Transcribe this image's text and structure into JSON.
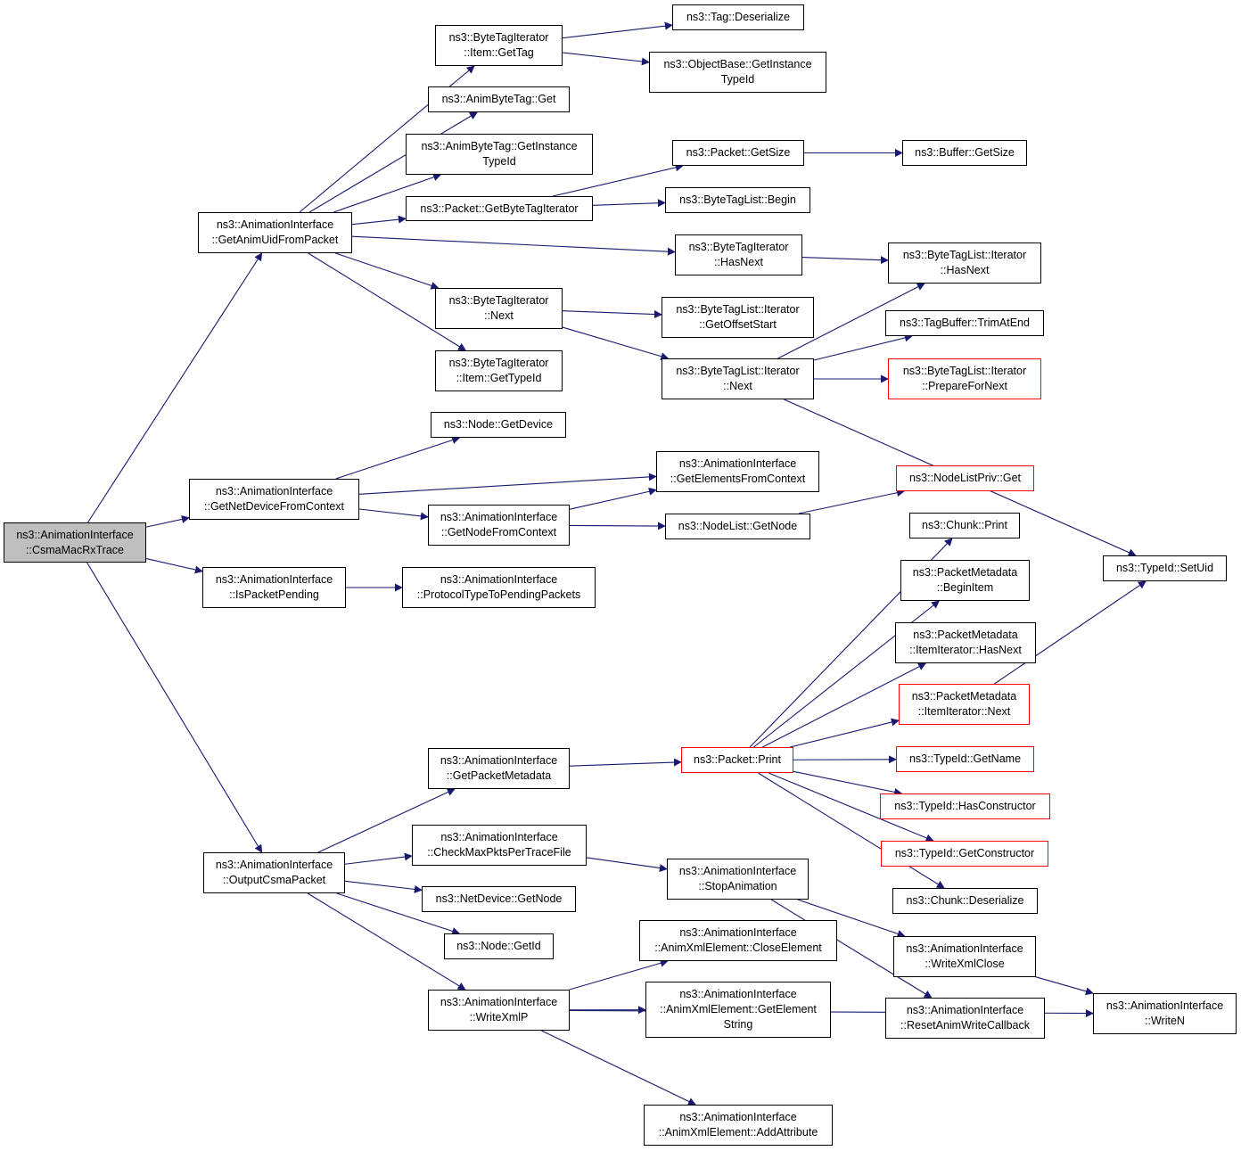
{
  "colors": {
    "edge": "#191970",
    "node_border": "#000000",
    "node_border_incomplete": "#ff0000",
    "root_fill": "#bfbfbf"
  },
  "nodes": {
    "n0": {
      "l1": "ns3::AnimationInterface",
      "l2": "::CsmaMacRxTrace"
    },
    "n1": {
      "l1": "ns3::AnimationInterface",
      "l2": "::GetAnimUidFromPacket"
    },
    "n2": {
      "l1": "ns3::AnimationInterface",
      "l2": "::GetNetDeviceFromContext"
    },
    "n3": {
      "l1": "ns3::AnimationInterface",
      "l2": "::IsPacketPending"
    },
    "n4": {
      "l1": "ns3::AnimationInterface",
      "l2": "::OutputCsmaPacket"
    },
    "n5": {
      "l1": "ns3::ByteTagIterator",
      "l2": "::Item::GetTag"
    },
    "n6": {
      "l1": "ns3::AnimByteTag::Get"
    },
    "n7": {
      "l1": "ns3::AnimByteTag::GetInstance",
      "l2": "TypeId"
    },
    "n8": {
      "l1": "ns3::Packet::GetByteTagIterator"
    },
    "n9": {
      "l1": "ns3::ByteTagIterator",
      "l2": "::Next"
    },
    "n10": {
      "l1": "ns3::ByteTagIterator",
      "l2": "::Item::GetTypeId"
    },
    "n11": {
      "l1": "ns3::Tag::Deserialize"
    },
    "n12": {
      "l1": "ns3::ObjectBase::GetInstance",
      "l2": "TypeId"
    },
    "n13": {
      "l1": "ns3::Packet::GetSize"
    },
    "n14": {
      "l1": "ns3::ByteTagList::Begin"
    },
    "n15": {
      "l1": "ns3::ByteTagIterator",
      "l2": "::HasNext"
    },
    "n16": {
      "l1": "ns3::ByteTagList::Iterator",
      "l2": "::GetOffsetStart"
    },
    "n17": {
      "l1": "ns3::ByteTagList::Iterator",
      "l2": "::Next"
    },
    "n18": {
      "l1": "ns3::Buffer::GetSize"
    },
    "n19": {
      "l1": "ns3::ByteTagList::Iterator",
      "l2": "::HasNext"
    },
    "n20": {
      "l1": "ns3::TagBuffer::TrimAtEnd"
    },
    "n21": {
      "l1": "ns3::ByteTagList::Iterator",
      "l2": "::PrepareForNext"
    },
    "n22": {
      "l1": "ns3::TypeId::SetUid"
    },
    "n23": {
      "l1": "ns3::Node::GetDevice"
    },
    "n24": {
      "l1": "ns3::AnimationInterface",
      "l2": "::GetElementsFromContext"
    },
    "n25": {
      "l1": "ns3::AnimationInterface",
      "l2": "::GetNodeFromContext"
    },
    "n26": {
      "l1": "ns3::NodeList::GetNode"
    },
    "n27": {
      "l1": "ns3::NodeListPriv::Get"
    },
    "n28": {
      "l1": "ns3::AnimationInterface",
      "l2": "::ProtocolTypeToPendingPackets"
    },
    "n29": {
      "l1": "ns3::Chunk::Print"
    },
    "n30": {
      "l1": "ns3::PacketMetadata",
      "l2": "::BeginItem"
    },
    "n31": {
      "l1": "ns3::PacketMetadata",
      "l2": "::ItemIterator::HasNext"
    },
    "n32": {
      "l1": "ns3::PacketMetadata",
      "l2": "::ItemIterator::Next"
    },
    "n33": {
      "l1": "ns3::Packet::Print"
    },
    "n34": {
      "l1": "ns3::TypeId::GetName"
    },
    "n35": {
      "l1": "ns3::TypeId::HasConstructor"
    },
    "n36": {
      "l1": "ns3::TypeId::GetConstructor"
    },
    "n37": {
      "l1": "ns3::Chunk::Deserialize"
    },
    "n38": {
      "l1": "ns3::AnimationInterface",
      "l2": "::GetPacketMetadata"
    },
    "n39": {
      "l1": "ns3::AnimationInterface",
      "l2": "::CheckMaxPktsPerTraceFile"
    },
    "n40": {
      "l1": "ns3::AnimationInterface",
      "l2": "::StopAnimation"
    },
    "n41": {
      "l1": "ns3::NetDevice::GetNode"
    },
    "n42": {
      "l1": "ns3::Node::GetId"
    },
    "n43": {
      "l1": "ns3::AnimationInterface",
      "l2": "::WriteXmlClose"
    },
    "n44": {
      "l1": "ns3::AnimationInterface",
      "l2": "::AnimXmlElement::CloseElement"
    },
    "n45": {
      "l1": "ns3::AnimationInterface",
      "l2": "::WriteXmlP"
    },
    "n46": {
      "l1": "ns3::AnimationInterface",
      "l2": "::AnimXmlElement::GetElement",
      "l3": "String"
    },
    "n47": {
      "l1": "ns3::AnimationInterface",
      "l2": "::ResetAnimWriteCallback"
    },
    "n48": {
      "l1": "ns3::AnimationInterface",
      "l2": "::WriteN"
    },
    "n49": {
      "l1": "ns3::AnimationInterface",
      "l2": "::AnimXmlElement::AddAttribute"
    }
  },
  "edges": [
    [
      "n0",
      "n1"
    ],
    [
      "n0",
      "n2"
    ],
    [
      "n0",
      "n3"
    ],
    [
      "n0",
      "n4"
    ],
    [
      "n1",
      "n5"
    ],
    [
      "n1",
      "n6"
    ],
    [
      "n1",
      "n7"
    ],
    [
      "n1",
      "n8"
    ],
    [
      "n1",
      "n15"
    ],
    [
      "n1",
      "n9"
    ],
    [
      "n1",
      "n10"
    ],
    [
      "n5",
      "n11"
    ],
    [
      "n5",
      "n12"
    ],
    [
      "n8",
      "n13"
    ],
    [
      "n8",
      "n14"
    ],
    [
      "n13",
      "n18"
    ],
    [
      "n15",
      "n19"
    ],
    [
      "n9",
      "n16"
    ],
    [
      "n9",
      "n17"
    ],
    [
      "n17",
      "n19"
    ],
    [
      "n17",
      "n20"
    ],
    [
      "n17",
      "n21"
    ],
    [
      "n17",
      "n22"
    ],
    [
      "n2",
      "n23"
    ],
    [
      "n2",
      "n24"
    ],
    [
      "n2",
      "n25"
    ],
    [
      "n25",
      "n24"
    ],
    [
      "n25",
      "n26"
    ],
    [
      "n26",
      "n27"
    ],
    [
      "n3",
      "n28"
    ],
    [
      "n4",
      "n38"
    ],
    [
      "n4",
      "n39"
    ],
    [
      "n4",
      "n41"
    ],
    [
      "n4",
      "n42"
    ],
    [
      "n4",
      "n45"
    ],
    [
      "n38",
      "n33"
    ],
    [
      "n33",
      "n29"
    ],
    [
      "n33",
      "n30"
    ],
    [
      "n33",
      "n31"
    ],
    [
      "n33",
      "n32"
    ],
    [
      "n33",
      "n34"
    ],
    [
      "n33",
      "n35"
    ],
    [
      "n33",
      "n36"
    ],
    [
      "n33",
      "n37"
    ],
    [
      "n32",
      "n22"
    ],
    [
      "n39",
      "n40"
    ],
    [
      "n40",
      "n43"
    ],
    [
      "n40",
      "n47"
    ],
    [
      "n43",
      "n48"
    ],
    [
      "n45",
      "n44"
    ],
    [
      "n45",
      "n46"
    ],
    [
      "n45",
      "n48"
    ],
    [
      "n45",
      "n49"
    ]
  ]
}
